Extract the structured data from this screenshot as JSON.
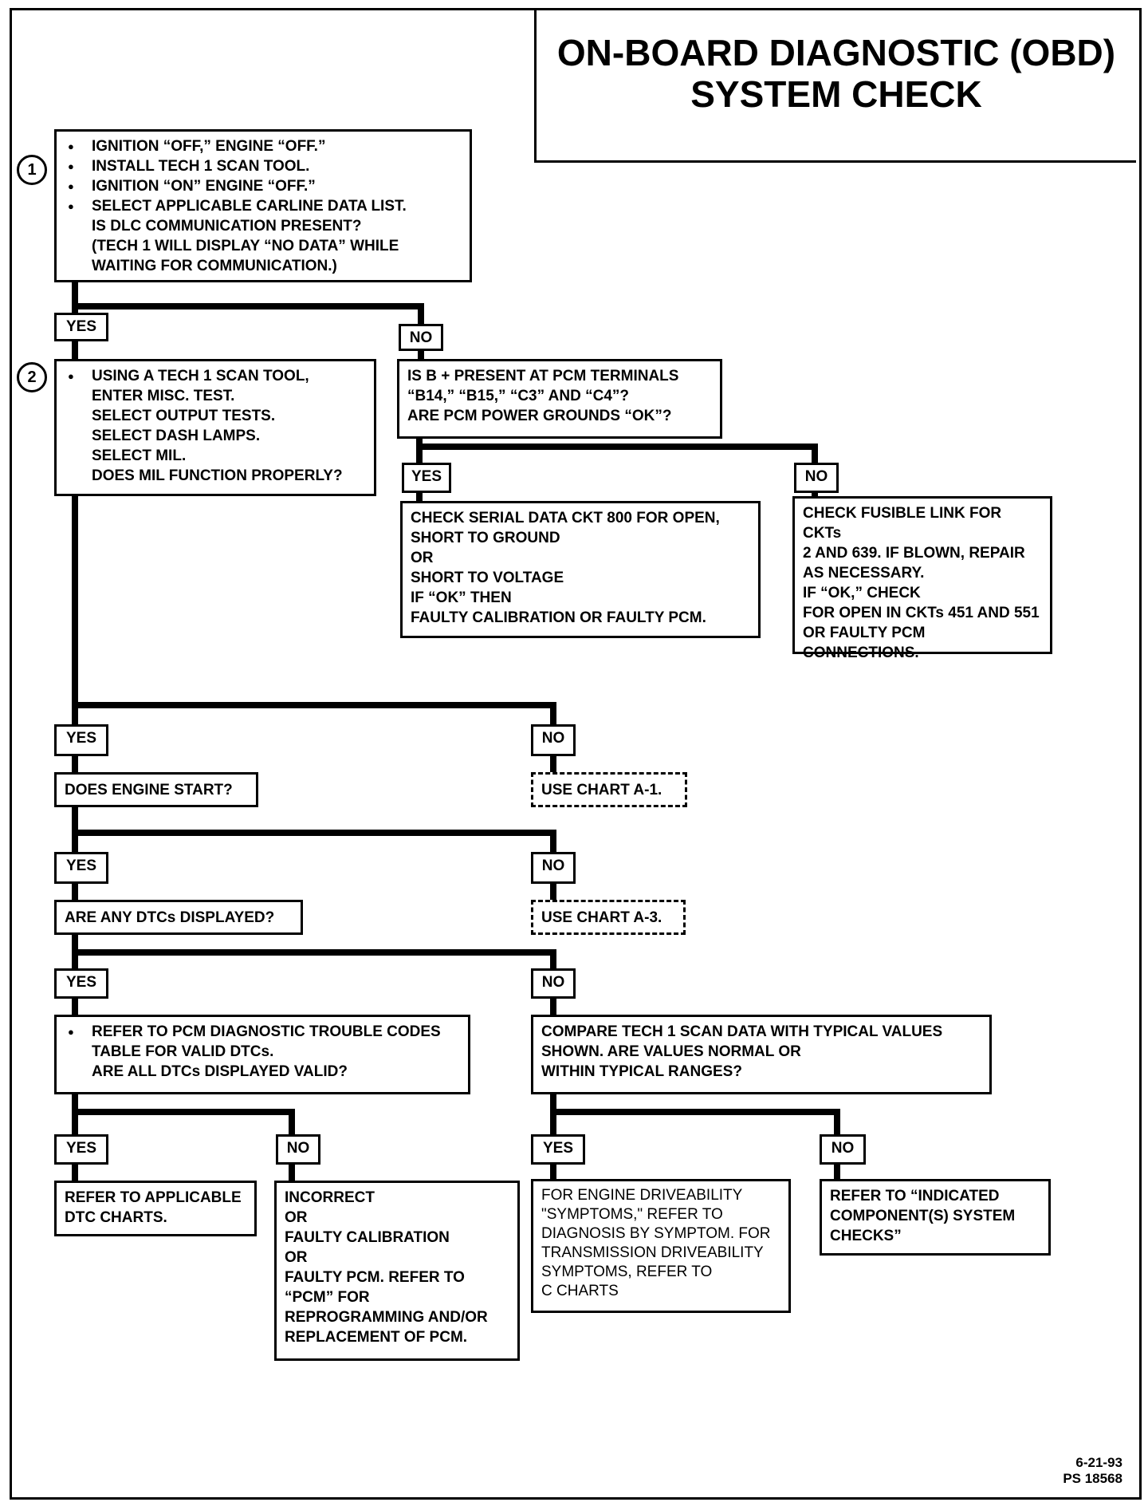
{
  "title": {
    "line1": "ON-BOARD DIAGNOSTIC (OBD)",
    "line2": "SYSTEM CHECK"
  },
  "steps": {
    "step1": "1",
    "step2": "2"
  },
  "box1": {
    "bullets": [
      "IGNITION “OFF,” ENGINE “OFF.”",
      "INSTALL TECH 1 SCAN TOOL.",
      "IGNITION “ON” ENGINE “OFF.”",
      "SELECT APPLICABLE CARLINE DATA LIST."
    ],
    "lines": [
      "IS DLC COMMUNICATION PRESENT?",
      "(TECH 1 WILL DISPLAY “NO DATA” WHILE",
      "WAITING FOR COMMUNICATION.)"
    ]
  },
  "box2": {
    "first": "USING A TECH 1 SCAN TOOL,",
    "lines": [
      "ENTER MISC. TEST.",
      "SELECT OUTPUT TESTS.",
      "SELECT DASH LAMPS.",
      "SELECT MIL.",
      "DOES MIL FUNCTION PROPERLY?"
    ]
  },
  "box_bplus": {
    "lines": [
      "IS B + PRESENT AT PCM TERMINALS",
      "“B14,” “B15,” “C3” AND “C4”?",
      "ARE PCM POWER GROUNDS “OK”?"
    ]
  },
  "box_serial": {
    "lines": [
      "CHECK SERIAL DATA CKT 800 FOR OPEN,",
      "SHORT TO GROUND",
      "OR",
      "SHORT TO VOLTAGE",
      "IF “OK” THEN",
      "FAULTY CALIBRATION OR FAULTY PCM."
    ]
  },
  "box_fusible": {
    "lines": [
      "CHECK FUSIBLE LINK FOR CKTs",
      "2 AND 639.  IF BLOWN, REPAIR",
      "AS NECESSARY.",
      "IF “OK,” CHECK",
      "FOR OPEN IN CKTs 451 AND 551",
      "OR FAULTY PCM",
      "CONNECTIONS."
    ]
  },
  "box_start": "DOES ENGINE START?",
  "box_a1": "USE CHART A-1.",
  "box_dtc": "ARE ANY DTCs DISPLAYED?",
  "box_a3": "USE CHART A-3.",
  "box_refer_pcm": {
    "first": "REFER TO PCM DIAGNOSTIC TROUBLE CODES",
    "lines": [
      "TABLE FOR VALID DTCs.",
      "ARE ALL DTCs DISPLAYED VALID?"
    ]
  },
  "box_compare": {
    "lines": [
      "COMPARE TECH 1 SCAN DATA WITH TYPICAL VALUES",
      "SHOWN. ARE VALUES NORMAL OR",
      "WITHIN TYPICAL RANGES?"
    ]
  },
  "box_applicable": {
    "lines": [
      "REFER TO APPLICABLE",
      "DTC CHARTS."
    ]
  },
  "box_incorrect": {
    "lines": [
      "INCORRECT",
      "OR",
      "FAULTY CALIBRATION",
      "OR",
      "FAULTY PCM.  REFER TO",
      "“PCM” FOR",
      "REPROGRAMMING AND/OR",
      "REPLACEMENT OF PCM."
    ]
  },
  "box_symptoms": {
    "lines": [
      "FOR ENGINE DRIVEABILITY",
      "\"SYMPTOMS,\" REFER TO",
      "DIAGNOSIS BY SYMPTOM.  FOR",
      "TRANSMISSION DRIVEABILITY",
      "SYMPTOMS, REFER TO",
      "C CHARTS"
    ]
  },
  "box_indicated": {
    "lines": [
      "REFER TO “INDICATED",
      "COMPONENT(S) SYSTEM",
      "CHECKS”"
    ]
  },
  "labels": {
    "yes": "YES",
    "no": "NO"
  },
  "footer": {
    "date": "6-21-93",
    "code": "PS 18568"
  }
}
